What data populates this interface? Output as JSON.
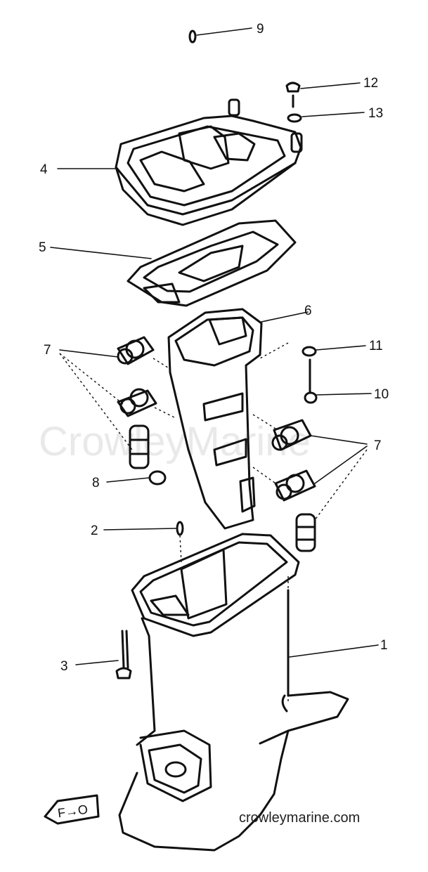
{
  "watermark": "CrowleyMarine",
  "site": "crowleymarine.com",
  "callouts": {
    "c1": "1",
    "c2": "2",
    "c3": "3",
    "c4": "4",
    "c5": "5",
    "c6": "6",
    "c7a": "7",
    "c7b": "7",
    "c8": "8",
    "c9": "9",
    "c10": "10",
    "c11": "11",
    "c12": "12",
    "c13": "13"
  },
  "front_mark": "F→O"
}
